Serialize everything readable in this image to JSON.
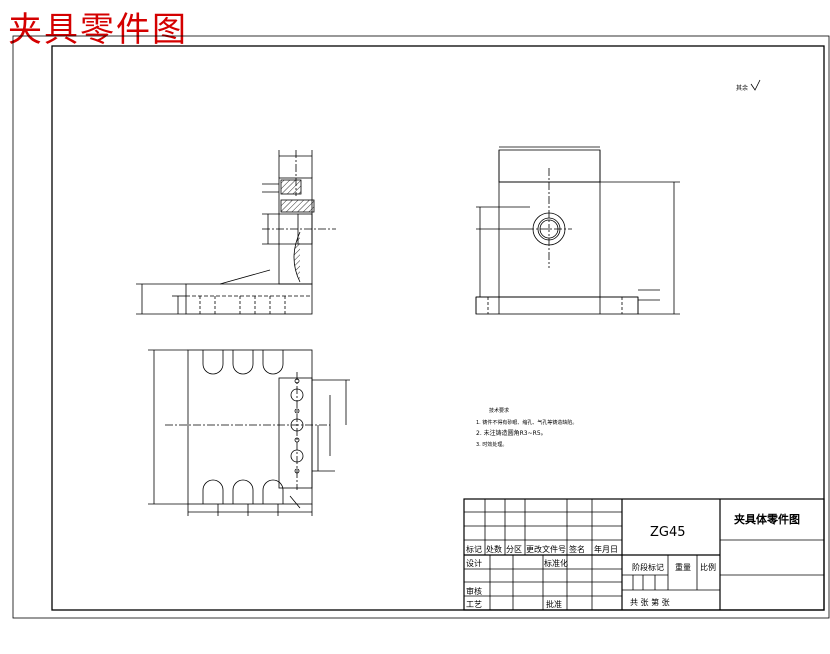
{
  "overlay_title": "夹具零件图",
  "title_block": {
    "material": "ZG45",
    "drawing_name": "夹具体零件图",
    "row_labels": {
      "mark": "标记",
      "count": "处数",
      "zone": "分区",
      "change_doc": "更改文件号",
      "signature": "签名",
      "date": "年月日",
      "design": "设计",
      "standardize": "标准化",
      "review": "审核",
      "process": "工艺",
      "approve": "批准"
    },
    "stage_mark": "阶段标记",
    "weight": "重量",
    "scale": "比例",
    "sheets": "共    张 第    张"
  },
  "notes": {
    "heading": "技术要求",
    "items": [
      "1. 铸件不得有砂眼、缩孔、气孔等铸造缺陷。",
      "2. 未注铸造圆角R3~R5。",
      "3. 时效处理。"
    ]
  },
  "roughness_note": "其余"
}
